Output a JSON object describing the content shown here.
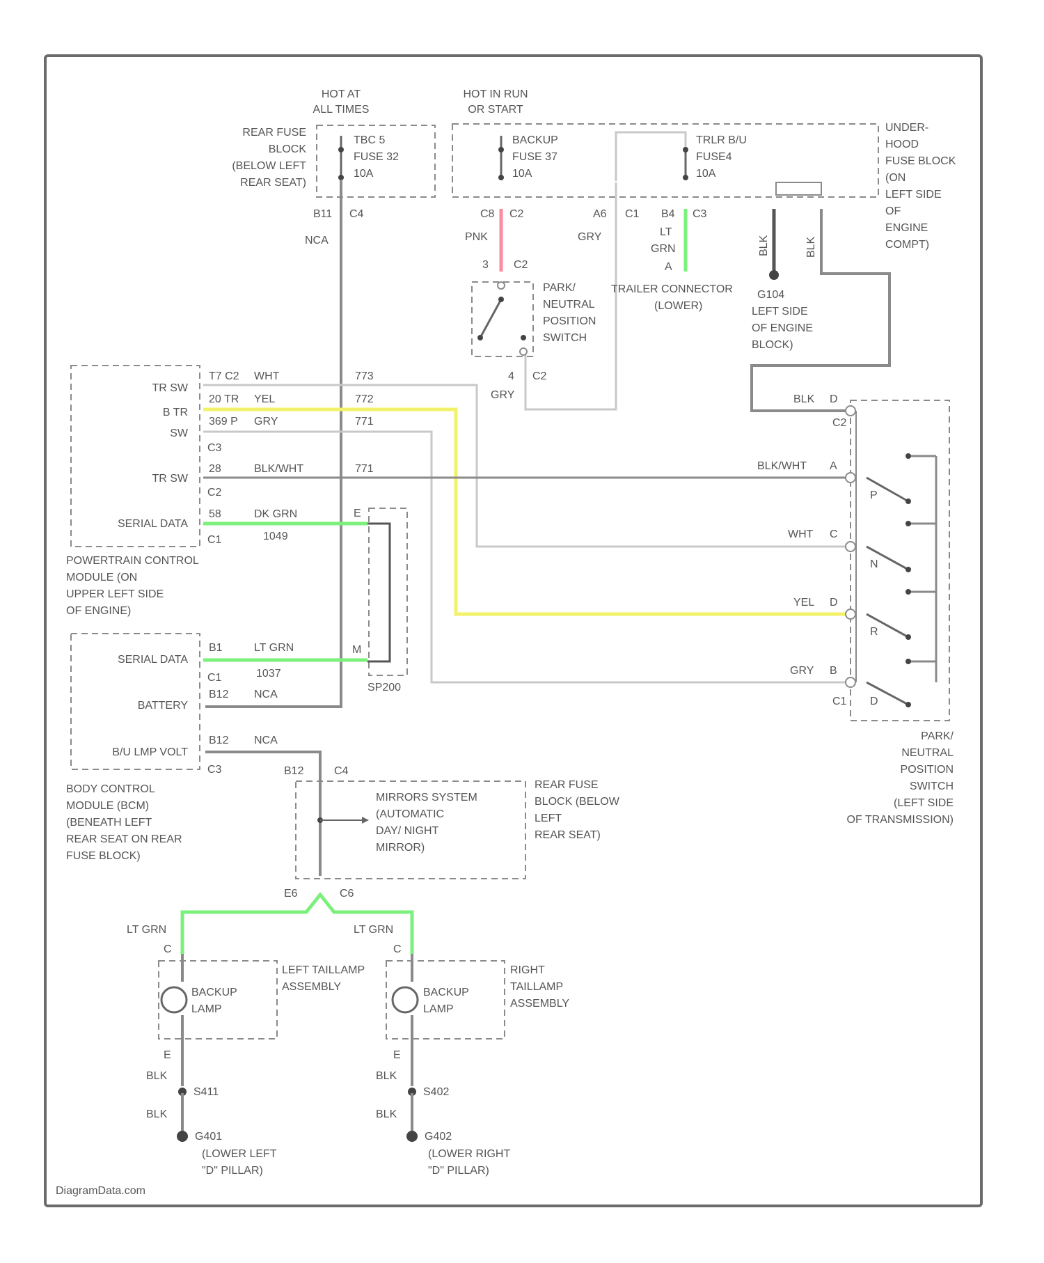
{
  "colors": {
    "border": "#6b6b6b",
    "wire_default": "#8a8a8a",
    "wire_dark": "#555555",
    "wire_pnk": "#ff8aa0",
    "wire_ltgrn": "#7cf07c",
    "wire_yel": "#f2f26a",
    "wire_wht": "#d8d8d8",
    "text": "#555555"
  },
  "power": {
    "hot_at_all_times": [
      "HOT AT",
      "ALL TIMES"
    ],
    "hot_in_run": [
      "HOT IN RUN",
      "OR START"
    ],
    "rear_fuse_block": [
      "REAR FUSE",
      "BLOCK",
      "(BELOW LEFT",
      "REAR SEAT)"
    ],
    "fuse_tbc": [
      "TBC 5",
      "FUSE 32",
      "10A"
    ],
    "fuse_backup": [
      "BACKUP",
      "FUSE 37",
      "10A"
    ],
    "fuse_trlr": [
      "TRLR B/U",
      "FUSE4",
      "10A"
    ],
    "underhood_fuse_block": [
      "UNDER-",
      "HOOD",
      "FUSE BLOCK",
      "(ON",
      "LEFT SIDE",
      "OF",
      "ENGINE",
      "COMPT)"
    ]
  },
  "connectors": {
    "b11": "B11",
    "c4": "C4",
    "c8": "C8",
    "c2": "C2",
    "a6": "A6",
    "c1": "C1",
    "b4": "B4",
    "c3": "C3",
    "b12": "B12",
    "e6": "E6",
    "c6": "C6"
  },
  "wires": {
    "nca": "NCA",
    "pnk": "PNK",
    "gry": "GRY",
    "lt_grn": [
      "LT",
      "GRN"
    ],
    "blk": "BLK",
    "blk_wht": "BLK/WHT",
    "wht": "WHT",
    "yel": "YEL",
    "dk_grn": "DK GRN",
    "ltgrn": "LT GRN",
    "nca2": "NCA",
    "c_label": "C"
  },
  "pnp_switch_top": {
    "pin_top": "3",
    "pin_conn": "C2",
    "pin_bottom": "4",
    "pin_bottom_conn": "C2",
    "label": [
      "PARK/",
      "NEUTRAL",
      "POSITION",
      "SWITCH"
    ]
  },
  "trailer": {
    "pin": "A",
    "label": [
      "TRAILER CONNECTOR",
      "(LOWER)"
    ]
  },
  "ground_g104": {
    "id": "G104",
    "label": [
      "LEFT SIDE",
      "OF ENGINE",
      "BLOCK)"
    ]
  },
  "pcm": {
    "pins": [
      {
        "name": "TR SW",
        "pin": "T7 C2",
        "wire": "WHT",
        "num": "773"
      },
      {
        "name": "B TR",
        "pin": "20 TR",
        "wire": "YEL",
        "num": "772"
      },
      {
        "name": "SW",
        "pin": "369 P",
        "wire": "GRY",
        "num": "771"
      },
      {
        "name": "TR SW",
        "pin": "28",
        "wire": "BLK/WHT",
        "num": "771"
      },
      {
        "name": "SERIAL DATA",
        "pin": "58",
        "wire": "DK GRN",
        "num": "1049"
      }
    ],
    "conns": [
      "C3",
      "C2",
      "C1"
    ],
    "label": [
      "POWERTRAIN CONTROL",
      "MODULE (ON",
      "UPPER LEFT SIDE",
      "OF ENGINE)"
    ]
  },
  "bcm": {
    "pins": [
      {
        "name": "SERIAL DATA",
        "pin": "B1",
        "wire": "LT GRN",
        "num": "1037"
      },
      {
        "name": "BATTERY",
        "pin": "B12",
        "wire": "NCA"
      },
      {
        "name": "B/U LMP VOLT",
        "pin": "B12",
        "wire": "NCA"
      }
    ],
    "conns": [
      "C1",
      "C3"
    ],
    "label": [
      "BODY CONTROL",
      "MODULE (BCM)",
      "(BENEATH LEFT",
      "REAR SEAT ON REAR",
      "FUSE BLOCK)"
    ]
  },
  "splice": {
    "id": "SP200",
    "pin_a": "E",
    "pin_b": "M"
  },
  "mirror": {
    "text": [
      "MIRRORS SYSTEM",
      "(AUTOMATIC",
      "DAY/ NIGHT",
      "MIRROR)"
    ],
    "fuse_label": [
      "REAR FUSE",
      "BLOCK (BELOW",
      "LEFT",
      "REAR SEAT)"
    ]
  },
  "pnp_switch_right": {
    "rows": [
      {
        "wire": "BLK",
        "pin": "D",
        "pos": ""
      },
      {
        "wire": "BLK/WHT",
        "pin": "A",
        "pos": "P"
      },
      {
        "wire": "WHT",
        "pin": "C",
        "pos": "N"
      },
      {
        "wire": "YEL",
        "pin": "D",
        "pos": "R"
      },
      {
        "wire": "GRY",
        "pin": "B",
        "pos": "D"
      }
    ],
    "conns": [
      "C2",
      "C1"
    ],
    "label": [
      "PARK/",
      "NEUTRAL",
      "POSITION",
      "SWITCH",
      "(LEFT SIDE",
      "OF TRANSMISSION)"
    ]
  },
  "lamps": {
    "left": {
      "wire_top": "LT GRN",
      "pin": "C",
      "label": [
        "BACKUP",
        "LAMP"
      ],
      "assembly": [
        "LEFT TAILLAMP",
        "ASSEMBLY"
      ],
      "pin_b": "E",
      "wire_b1": "BLK",
      "splice": "S411",
      "wire_b2": "BLK",
      "ground": "G401",
      "ground_label": [
        "(LOWER LEFT",
        "\"D\" PILLAR)"
      ]
    },
    "right": {
      "wire_top": "LT GRN",
      "pin": "C",
      "label": [
        "BACKUP",
        "LAMP"
      ],
      "assembly": [
        "RIGHT",
        "TAILLAMP",
        "ASSEMBLY"
      ],
      "pin_b": "E",
      "wire_b1": "BLK",
      "splice": "S402",
      "wire_b2": "BLK",
      "ground": "G402",
      "ground_label": [
        "(LOWER RIGHT",
        "\"D\" PILLAR)"
      ]
    }
  },
  "watermark": "DiagramData.com"
}
